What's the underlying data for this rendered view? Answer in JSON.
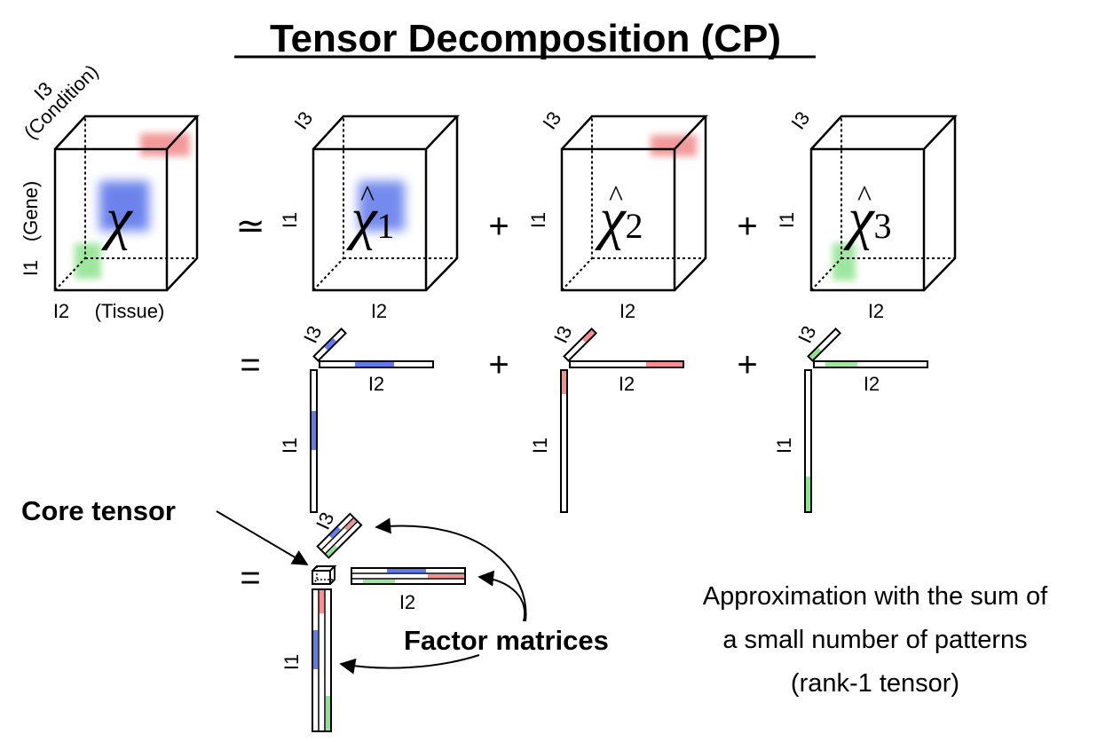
{
  "title": "Tensor Decomposition (CP)",
  "axes": {
    "i1": "I1",
    "i2": "I2",
    "i3": "I3",
    "i1_desc": "(Gene)",
    "i2_desc": "(Tissue)",
    "i3_desc": "(Condition)"
  },
  "symbols": {
    "tensor": "χ",
    "hat": "^",
    "sub1": "1",
    "sub2": "2",
    "sub3": "3",
    "approx": "≃",
    "equals": "=",
    "plus": "+"
  },
  "labels": {
    "core_tensor": "Core tensor",
    "factor_matrices": "Factor matrices"
  },
  "caption": {
    "line1": "Approximation with the sum of",
    "line2": "a small number of patterns",
    "line3": "(rank-1 tensor)"
  },
  "colors": {
    "pattern1": "#3a5ae6",
    "pattern2": "#e84848",
    "pattern3": "#5fd65f",
    "ink": "#000000"
  }
}
